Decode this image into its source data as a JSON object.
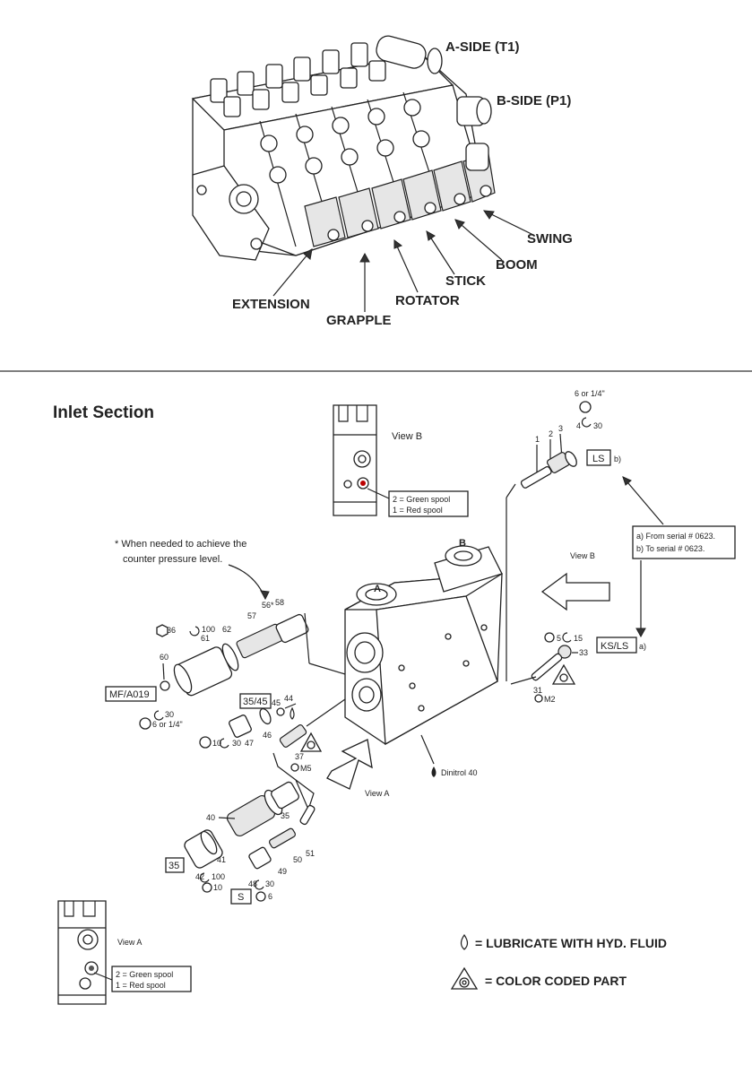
{
  "top_diagram": {
    "labels": {
      "a_side": "A-SIDE (T1)",
      "b_side": "B-SIDE (P1)",
      "swing": "SWING",
      "boom": "BOOM",
      "stick": "STICK",
      "rotator": "ROTATOR",
      "extension": "EXTENSION",
      "grapple": "GRAPPLE"
    }
  },
  "inlet": {
    "title": "Inlet Section",
    "view_b_label": "View B",
    "view_b_note_1": "2 = Green spool",
    "view_b_note_2": "1 = Red spool",
    "view_b_arrow_label": "View B",
    "view_a_arrow_label": "View A",
    "view_a_label": "View A",
    "view_a_note_1": "2 = Green spool",
    "view_a_note_2": "1 = Red spool",
    "counter_note_1": "* When needed to achieve the",
    "counter_note_2": "counter pressure level.",
    "serial_note_1": "a) From serial # 0623.",
    "serial_note_2": "b) To serial # 0623.",
    "boxes": {
      "ls": "LS",
      "ks_ls": "KS/LS",
      "mf": "MF/A019",
      "b3545": "35/45",
      "b35": "35",
      "s": "S"
    },
    "suffix_b": "b)",
    "suffix_a": "a)",
    "port_a": "A",
    "port_b": "B",
    "dinitrol": "Dinitrol 40",
    "parts": {
      "p1": "1",
      "p2": "2",
      "p3": "3",
      "p4": "4",
      "p30a": "30",
      "p6a": "6 or 1/4\"",
      "p5": "5",
      "p15": "15",
      "p33": "33",
      "p31": "31",
      "pm2": "M2",
      "p36": "36",
      "p100a": "100",
      "p61": "61",
      "p62": "62",
      "p57": "57",
      "p56": "56*",
      "p58": "58",
      "p60": "60",
      "p30b": "30",
      "p6b": "6 or 1/4\"",
      "p45": "45",
      "p44": "44",
      "p46": "46",
      "p10a": "10",
      "p30c": "30",
      "p47": "47",
      "p37": "37",
      "pm5": "M5",
      "p40": "40",
      "p35": "35",
      "p41": "41",
      "p42": "42",
      "p100b": "100",
      "p10b": "10",
      "p48": "48",
      "p30d": "30",
      "p6c": "6",
      "p49": "49",
      "p50": "50",
      "p51": "51"
    }
  },
  "legend": {
    "lubricate": "= LUBRICATE WITH HYD. FLUID",
    "color_coded": "= COLOR CODED PART"
  }
}
